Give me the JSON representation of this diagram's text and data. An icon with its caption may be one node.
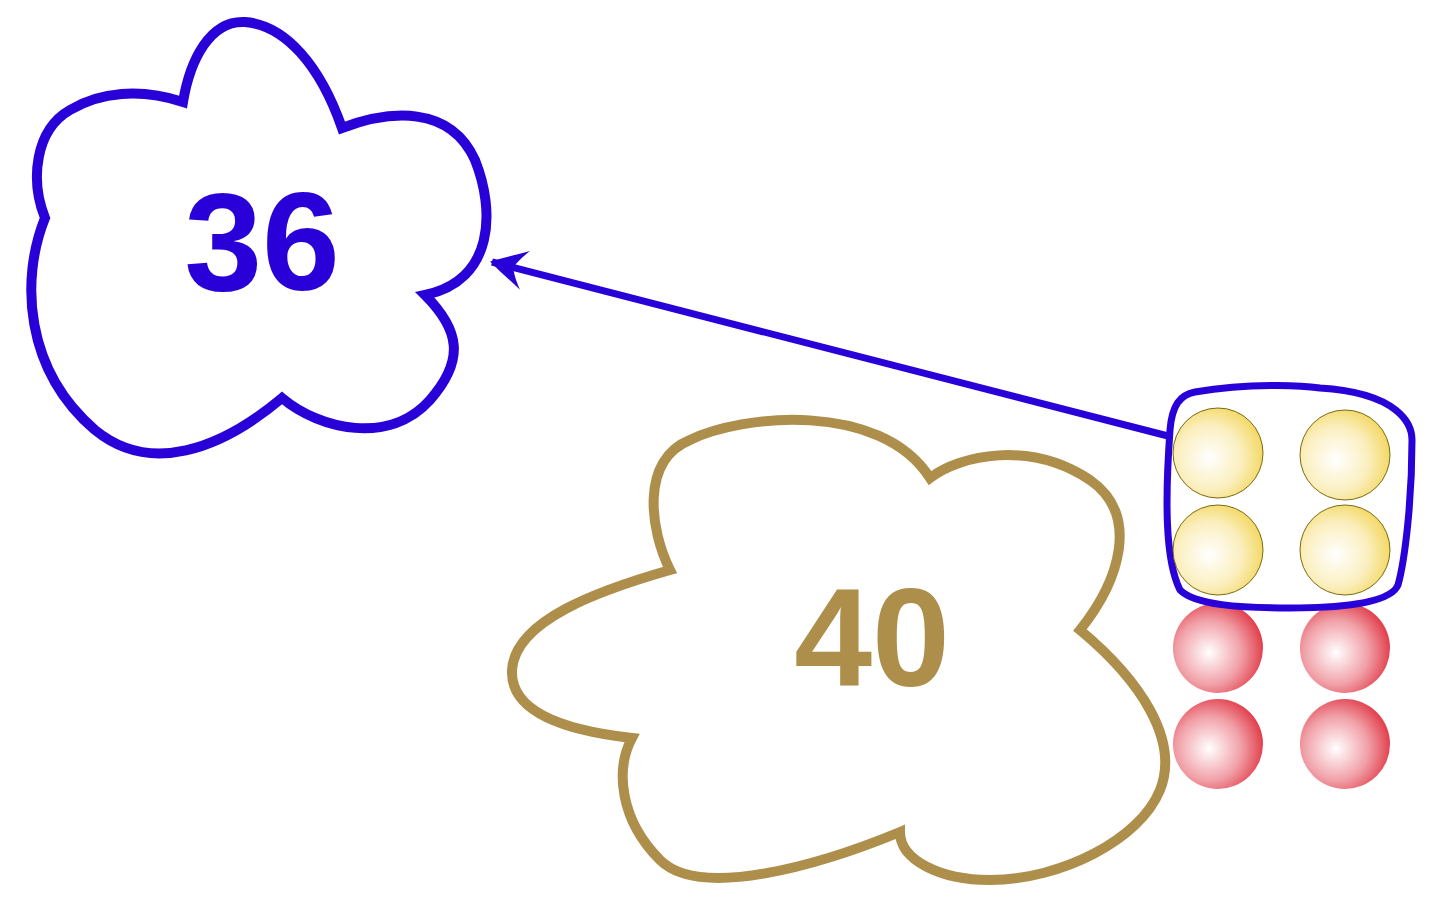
{
  "diagram": {
    "nodes": [
      {
        "text": [
          "36"
        ]
      },
      {
        "text": [
          "40"
        ]
      },
      {
        "text": [],
        "shape": "box"
      }
    ],
    "edges": [
      {
        "from": 2,
        "to": 0,
        "arrow": "to"
      }
    ]
  }
}
